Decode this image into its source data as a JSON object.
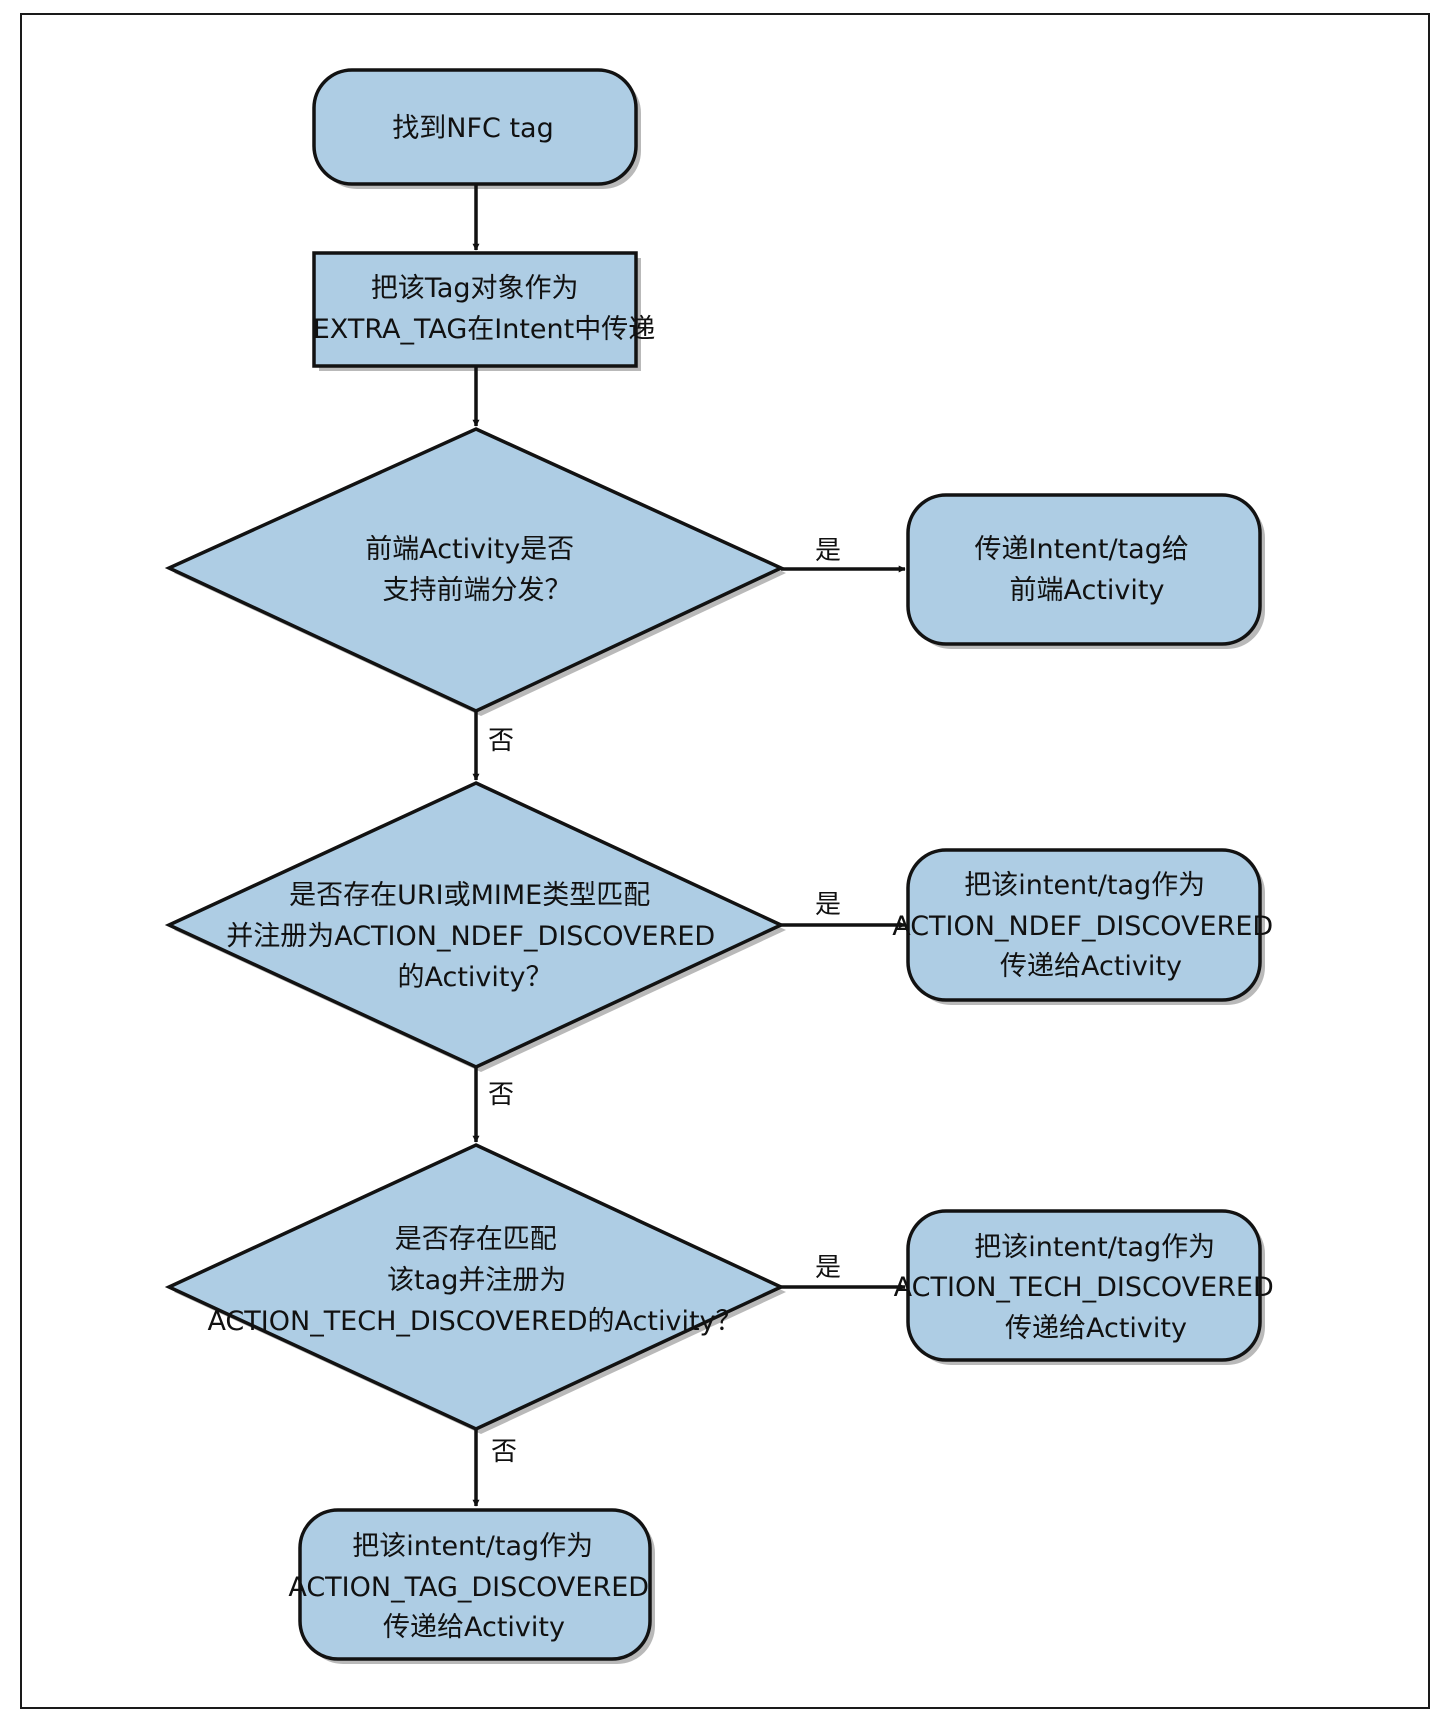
{
  "colors": {
    "node_fill": "#aecde4",
    "node_stroke": "#121212",
    "shadow": "#7f7f7f",
    "edge": "#111111",
    "frame": "#1a1a1a"
  },
  "nodes": {
    "start": {
      "lines": [
        "找到NFC tag"
      ]
    },
    "extra_tag": {
      "lines": [
        "把该Tag对象作为",
        "EXTRA_TAG在Intent中传递"
      ]
    },
    "decision_foreground": {
      "lines": [
        "前端Activity是否",
        "支持前端分发？"
      ]
    },
    "pass_foreground": {
      "lines": [
        "传递Intent/tag给",
        "前端Activity"
      ]
    },
    "decision_ndef": {
      "lines": [
        "是否存在URI或MIME类型匹配",
        "并注册为ACTION_NDEF_DISCOVERED",
        "的Activity？"
      ]
    },
    "pass_ndef": {
      "lines": [
        "把该intent/tag作为",
        "ACTION_NDEF_DISCOVERED",
        "传递给Activity"
      ]
    },
    "decision_tech": {
      "lines": [
        "是否存在匹配",
        "该tag并注册为",
        "ACTION_TECH_DISCOVERED的Activity？"
      ]
    },
    "pass_tech": {
      "lines": [
        "把该intent/tag作为",
        "ACTION_TECH_DISCOVERED",
        "传递给Activity"
      ]
    },
    "pass_tag": {
      "lines": [
        "把该intent/tag作为",
        "ACTION_TAG_DISCOVERED",
        "传递给Activity"
      ]
    }
  },
  "edge_labels": {
    "yes": "是",
    "no": "否"
  }
}
